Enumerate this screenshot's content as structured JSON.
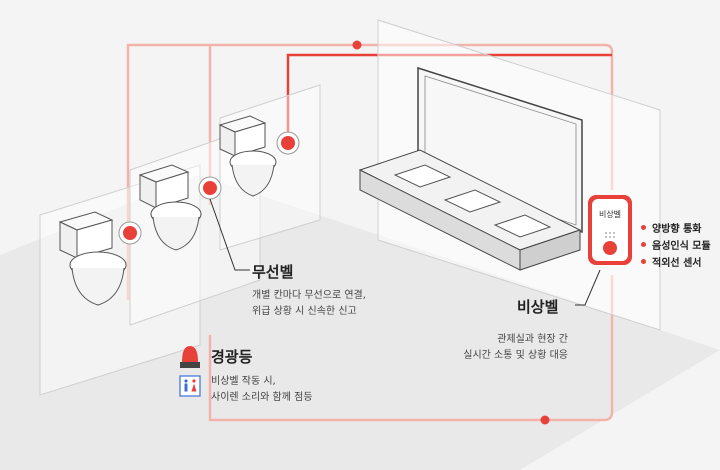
{
  "wireless_bell": {
    "title": "무선벨",
    "desc_line1": "개별 칸마다 무선으로 연결,",
    "desc_line2": "위급 상황 시 신속한 신고"
  },
  "emergency_bell": {
    "title": "비상벨",
    "desc_line1": "관제실과 현장 간",
    "desc_line2": "실시간 소통 및 상황 대응",
    "device_text": "비상벨",
    "features": [
      "양방향 통화",
      "음성인식 모듈",
      "적외선 센서"
    ]
  },
  "warning_light": {
    "title": "경광등",
    "desc_line1": "비상벨 작동 시,",
    "desc_line2": "사이렌 소리와 함께 점등"
  },
  "colors": {
    "accent": "#e8413a",
    "line_light": "#f3b3ab",
    "background": "#f4f4f4"
  }
}
